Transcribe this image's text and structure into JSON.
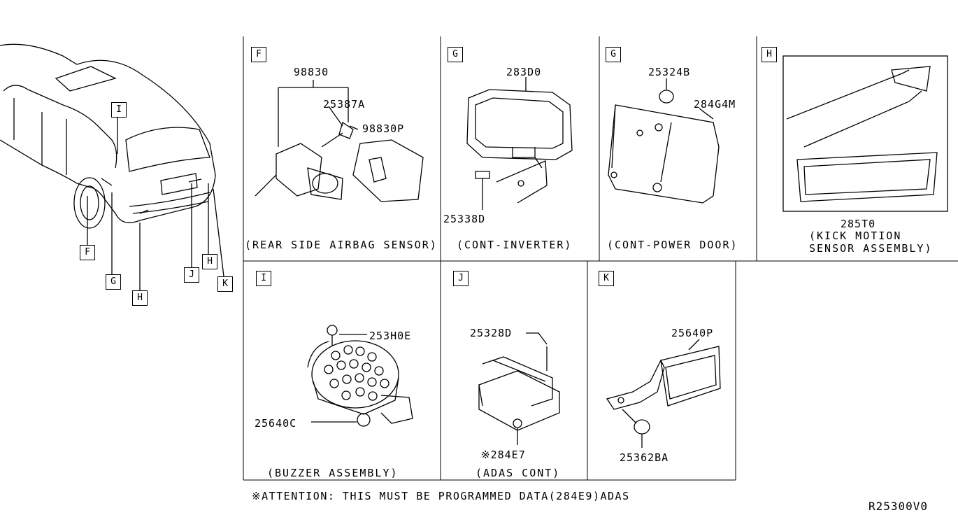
{
  "car_callouts": [
    "I",
    "F",
    "G",
    "H",
    "J",
    "H",
    "K"
  ],
  "panels": [
    {
      "letter": "F",
      "parts": [
        "98830",
        "25387A",
        "98830P"
      ],
      "caption": "(REAR SIDE AIRBAG SENSOR)"
    },
    {
      "letter": "G",
      "parts": [
        "283D0",
        "25338D"
      ],
      "caption": "(CONT-INVERTER)"
    },
    {
      "letter": "G",
      "parts": [
        "25324B",
        "284G4M"
      ],
      "caption": "(CONT-POWER DOOR)"
    },
    {
      "letter": "H",
      "parts": [
        "285T0"
      ],
      "caption": [
        "(KICK MOTION",
        "SENSOR ASSEMBLY)"
      ]
    },
    {
      "letter": "I",
      "parts": [
        "253H0E",
        "25640C"
      ],
      "caption": "(BUZZER ASSEMBLY)"
    },
    {
      "letter": "J",
      "parts": [
        "25328D",
        "※284E7"
      ],
      "caption": "(ADAS CONT)"
    },
    {
      "letter": "K",
      "parts": [
        "25640P",
        "25362BA"
      ],
      "caption": ""
    }
  ],
  "footnote": "※ATTENTION: THIS MUST BE PROGRAMMED DATA(284E9)ADAS",
  "drawing_code": "R25300V0"
}
